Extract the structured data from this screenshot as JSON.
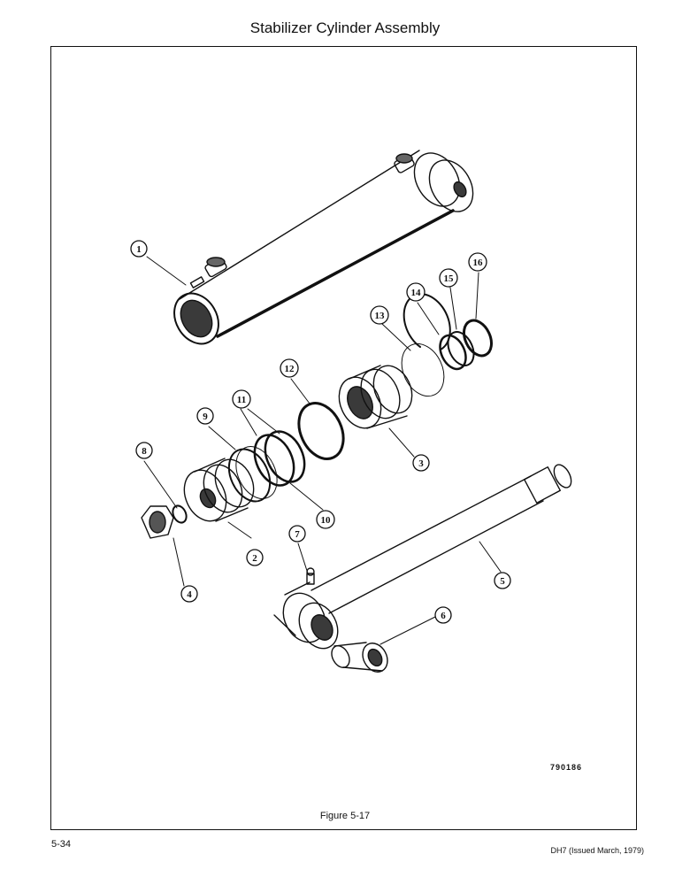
{
  "page": {
    "title": "Stabilizer Cylinder Assembly",
    "figure_caption": "Figure 5-17",
    "drawing_number": "790186",
    "page_number": "5-34",
    "doc_code": "DH7 (Issued March, 1979)"
  },
  "callouts": [
    "1",
    "2",
    "3",
    "4",
    "5",
    "6",
    "7",
    "8",
    "9",
    "10",
    "11",
    "12",
    "13",
    "14",
    "15",
    "16"
  ],
  "colors": {
    "ink": "#111111",
    "paper": "#ffffff",
    "shade": "#3a3a3a"
  }
}
